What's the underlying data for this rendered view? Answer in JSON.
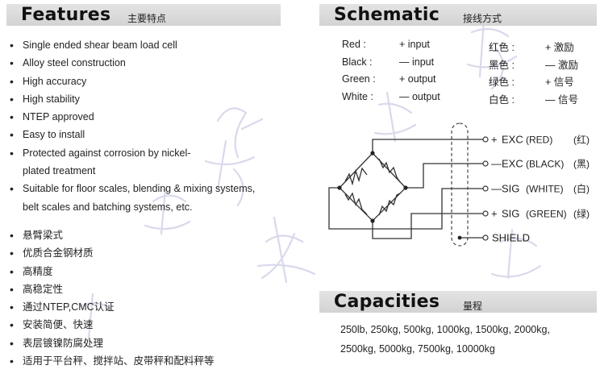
{
  "features": {
    "title": "Features",
    "title_zh": "主要特点",
    "items_en": [
      {
        "text": "Single ended shear beam load cell"
      },
      {
        "text": "Alloy steel construction"
      },
      {
        "text": "High accuracy"
      },
      {
        "text": "High stability"
      },
      {
        "text": "NTEP approved"
      },
      {
        "text": "Easy to install"
      },
      {
        "text": "Protected against corrosion by nickel-",
        "cont": "plated treatment"
      },
      {
        "text": "Suitable for floor scales, blending & mixing systems,",
        "cont": "belt scales and batching systems, etc."
      }
    ],
    "items_zh": [
      "悬臂梁式",
      "优质合金钢材质",
      "高精度",
      "高稳定性",
      "通过NTEP,CMC认证",
      "安装简便、快速",
      "表层镀镍防腐处理",
      "适用于平台秤、搅拌站、皮带秤和配料秤等"
    ]
  },
  "schematic": {
    "title": "Schematic",
    "title_zh": "接线方式",
    "wiring": [
      {
        "color": "Red :",
        "signal": "+ input",
        "color_zh": "红色 :",
        "signal_zh": "+ 激励"
      },
      {
        "color": "Black :",
        "signal": "— input",
        "color_zh": "黑色 :",
        "signal_zh": "— 激励"
      },
      {
        "color": "Green :",
        "signal": "+ output",
        "color_zh": "绿色 :",
        "signal_zh": "+ 信号"
      },
      {
        "color": "White :",
        "signal": "— output",
        "color_zh": "白色 :",
        "signal_zh": "— 信号"
      }
    ],
    "terminals": [
      {
        "sign": "+",
        "label": "EXC",
        "color": "(RED)",
        "zh": "(红)"
      },
      {
        "sign": "—",
        "label": "EXC",
        "color": "(BLACK)",
        "zh": "(黑)"
      },
      {
        "sign": "—",
        "label": "SIG",
        "color": "(WHITE)",
        "zh": "(白)"
      },
      {
        "sign": "+",
        "label": "SIG",
        "color": "(GREEN)",
        "zh": "(绿)"
      }
    ],
    "shield": "SHIELD"
  },
  "capacities": {
    "title": "Capacities",
    "title_zh": "量程",
    "line1": "250lb, 250kg,  500kg, 1000kg, 1500kg, 2000kg,",
    "line2": "2500kg, 5000kg, 7500kg, 10000kg"
  }
}
